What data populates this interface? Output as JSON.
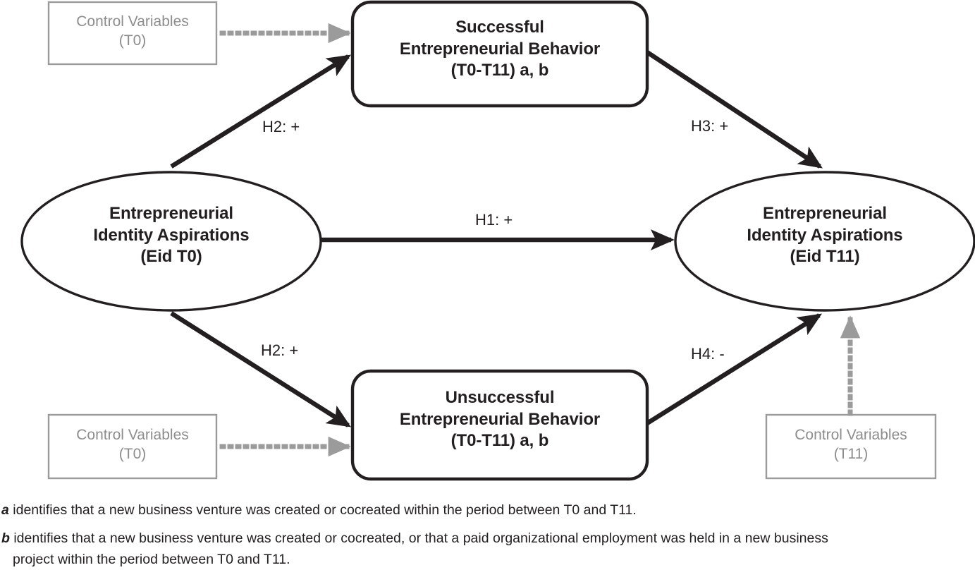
{
  "figure": {
    "type": "conceptual-research-model-diagram",
    "background_color": "#ffffff",
    "primary_color": "#231f20",
    "muted_color": "#8d8d8d"
  },
  "nodes": {
    "predictor_ellipse": {
      "shape": "ellipse",
      "lines": [
        "Entrepreneurial",
        "Identity Aspirations",
        "(Eid T0)"
      ]
    },
    "outcome_ellipse": {
      "shape": "ellipse",
      "lines": [
        "Entrepreneurial",
        "Identity Aspirations",
        "(Eid T11)"
      ]
    },
    "successful_box": {
      "shape": "rounded-rectangle",
      "lines": [
        "Successful",
        "Entrepreneurial Behavior",
        "(T0-T11) a, b"
      ]
    },
    "unsuccessful_box": {
      "shape": "rounded-rectangle",
      "lines": [
        "Unsuccessful",
        "Entrepreneurial Behavior",
        "(T0-T11) a, b"
      ]
    },
    "control_top_left": {
      "shape": "rectangle",
      "lines": [
        "Control Variables",
        "(T0)"
      ]
    },
    "control_bottom_left": {
      "shape": "rectangle",
      "lines": [
        "Control Variables",
        "(T0)"
      ]
    },
    "control_bottom_right": {
      "shape": "rectangle",
      "lines": [
        "Control Variables",
        "(T11)"
      ]
    }
  },
  "edges": {
    "h1": {
      "label": "H1: +",
      "style": "solid",
      "from": "predictor_ellipse",
      "to": "outcome_ellipse"
    },
    "h2_upper": {
      "label": "H2: +",
      "style": "solid",
      "from": "predictor_ellipse",
      "to": "successful_box"
    },
    "h2_lower": {
      "label": "H2: +",
      "style": "solid",
      "from": "predictor_ellipse",
      "to": "unsuccessful_box"
    },
    "h3": {
      "label": "H3: +",
      "style": "solid",
      "from": "successful_box",
      "to": "outcome_ellipse"
    },
    "h4": {
      "label": "H4: -",
      "style": "solid",
      "from": "unsuccessful_box",
      "to": "outcome_ellipse"
    },
    "ctrl_top": {
      "label": "",
      "style": "dotted",
      "from": "control_top_left",
      "to": "successful_box"
    },
    "ctrl_bottom": {
      "label": "",
      "style": "dotted",
      "from": "control_bottom_left",
      "to": "unsuccessful_box"
    },
    "ctrl_right": {
      "label": "",
      "style": "dotted",
      "from": "control_bottom_right",
      "to": "outcome_ellipse"
    }
  },
  "footnotes": {
    "a": {
      "marker": "a",
      "text": " identifies that a new business venture was created or cocreated within the period between T0 and T11."
    },
    "b": {
      "marker": "b",
      "text": " identifies that a new business venture was created or cocreated, or that a paid organizational employment was held in a new business",
      "continuation": "project within the period between T0 and T11."
    }
  }
}
